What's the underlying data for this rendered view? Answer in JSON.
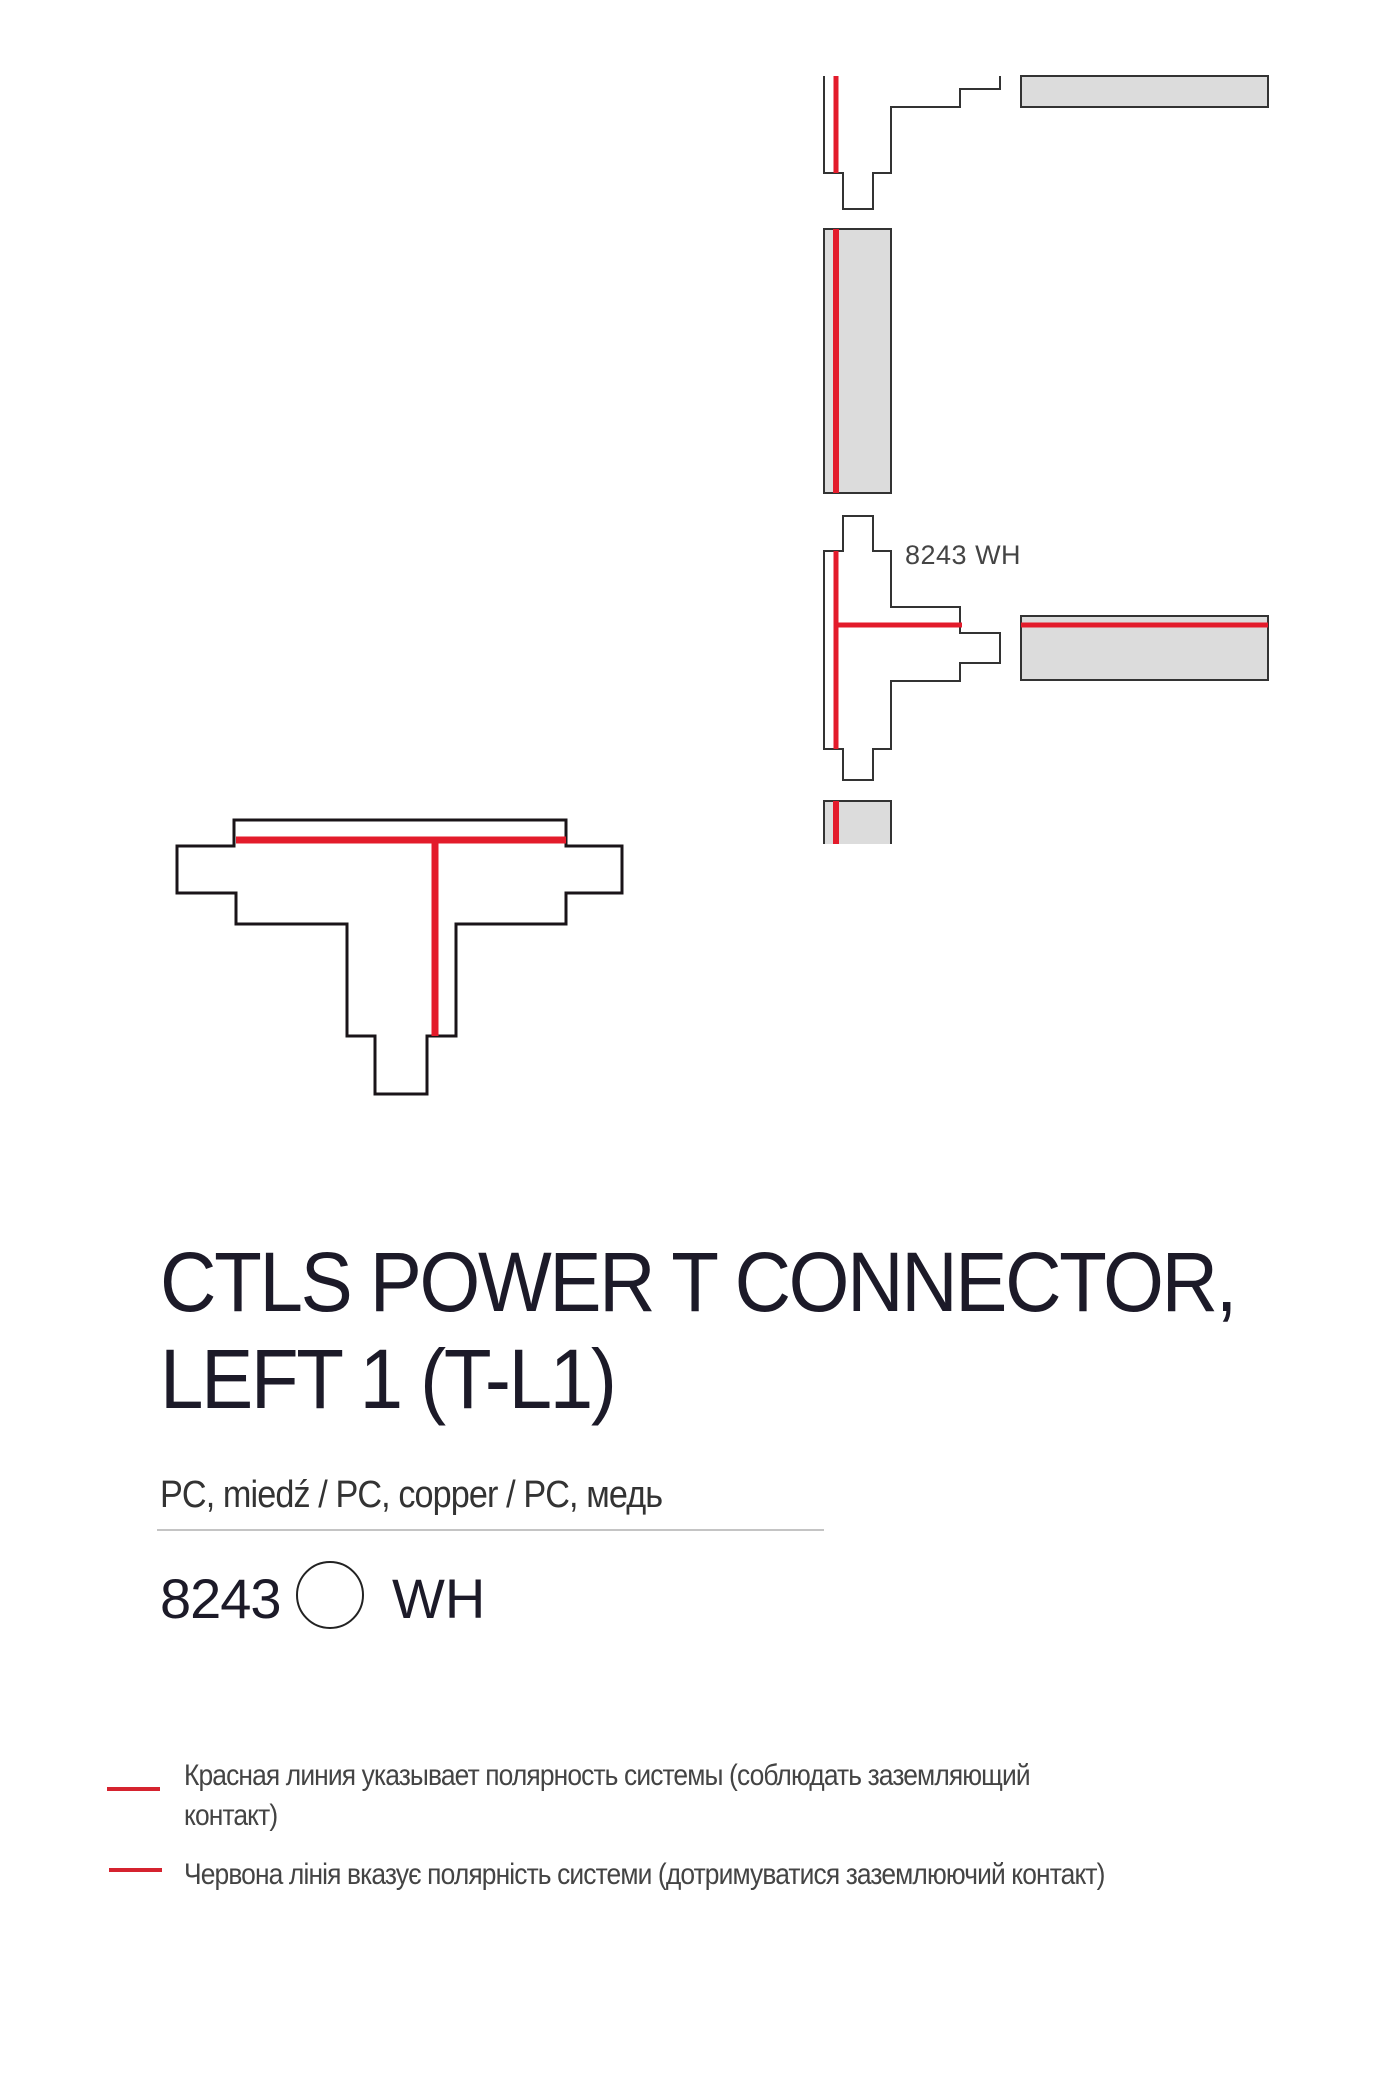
{
  "diagram": {
    "installation_label": "8243 WH",
    "colors": {
      "outline": "#222222",
      "polarity": "#e31b2b",
      "track_fill": "#dcdcdc"
    }
  },
  "product": {
    "title_line1": "CTLS POWER T CONNECTOR,",
    "title_line2": "LEFT 1 (T-L1)",
    "materials": "PC, miedź / PC, copper / PC, медь",
    "code": "8243",
    "color_swatch": "#ffffff",
    "color_name": "WH"
  },
  "legend": {
    "items": [
      {
        "text_line1": "Красная линия указывает полярность системы (соблюдать заземляющий",
        "text_line2": "контакт)"
      },
      {
        "text_line1": "Червона лінія вказує полярність системи (дотримуватися заземлюючий контакт)"
      }
    ],
    "color": "#d5232f"
  }
}
